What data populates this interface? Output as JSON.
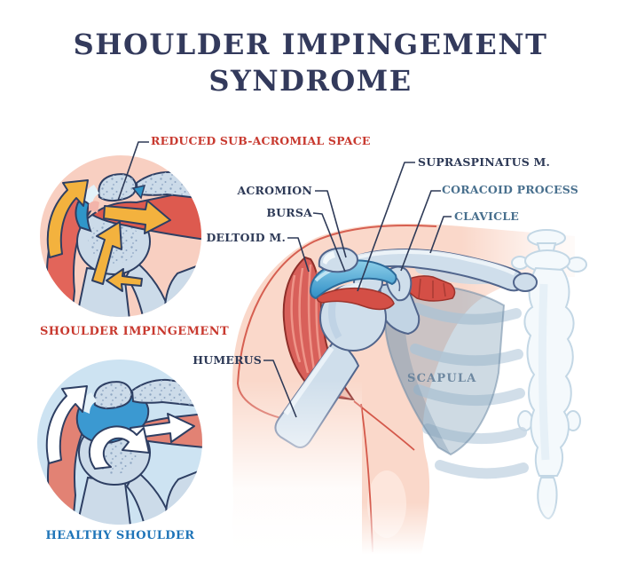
{
  "title": {
    "line1": "SHOULDER IMPINGEMENT",
    "line2": "SYNDROME"
  },
  "insets": {
    "impingement": {
      "callout": "REDUCED SUB-ACROMIAL SPACE",
      "caption": "SHOULDER IMPINGEMENT"
    },
    "healthy": {
      "caption": "HEALTHY SHOULDER"
    }
  },
  "anatomy_labels": {
    "supraspinatus": "SUPRASPINATUS M.",
    "acromion": "ACROMION",
    "coracoid_process": "CORACOID PROCESS",
    "bursa": "BURSA",
    "clavicle": "CLAVICLE",
    "deltoid": "DELTOID M.",
    "humerus": "HUMERUS",
    "scapula": "SCAPULA"
  },
  "colors": {
    "title_navy": "#333a5c",
    "label_navy": "#2e3a57",
    "label_red": "#c8392f",
    "label_steel_blue": "#49708e",
    "healthy_caption_blue": "#1e74b8",
    "skin": "#fad8ca",
    "skin_outline_red": "#d4584a",
    "bone": "#cfdeeb",
    "bone_outline": "#51658c",
    "bursa_blue": "#3b99d1",
    "muscle_red": "#d8605a",
    "arrow_yellow": "#f3b23e",
    "inset_impingement_bg": "#f8cfc1",
    "inset_healthy_bg": "#cde3f2"
  }
}
